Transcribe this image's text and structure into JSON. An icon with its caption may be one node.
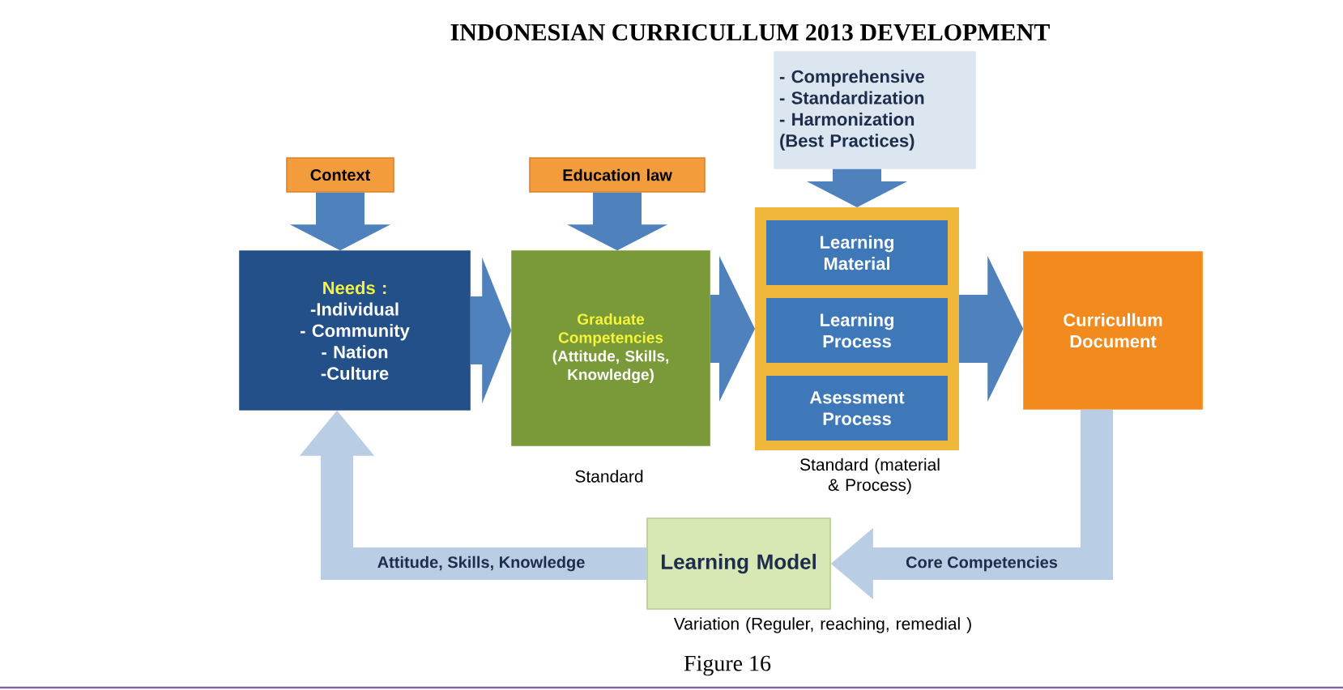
{
  "diagram": {
    "title": "INDONESIAN CURRICULLUM 2013 DEVELOPMENT",
    "caption": "Figure 16",
    "nodes": [
      {
        "text": [
          "Context"
        ]
      },
      {
        "text": [
          "Education law"
        ]
      },
      {
        "text": [
          "- Comprehensive",
          "- Standardization",
          "- Harmonization",
          "(Best Practices)"
        ]
      },
      {
        "text": [
          "Needs :",
          "-Individual",
          "- Community",
          "- Nation",
          "-Culture"
        ]
      },
      {
        "text": [
          "Graduate Competencies",
          "(Attitude, Skills, Knowledge)"
        ],
        "beside": [
          "Standard"
        ]
      },
      {
        "text": [],
        "shape": "box",
        "beside": [
          "Standard (material & Process)"
        ]
      },
      {
        "text": [
          "Learning Material"
        ],
        "in": 5
      },
      {
        "text": [
          "Learning Process"
        ],
        "in": 5
      },
      {
        "text": [
          "Asessment Process"
        ],
        "in": 5
      },
      {
        "text": [
          "Curricullum Document"
        ]
      },
      {
        "text": [
          "Learning Model"
        ],
        "beside": [
          "Variation (Reguler, reaching, remedial )"
        ]
      }
    ],
    "edges": [
      {
        "from": 0,
        "to": 3,
        "arrow": "to"
      },
      {
        "from": 1,
        "to": 4,
        "arrow": "to"
      },
      {
        "from": 2,
        "to": 5,
        "arrow": "to"
      },
      {
        "from": 3,
        "to": 4,
        "arrow": "to"
      },
      {
        "from": 4,
        "to": 5,
        "arrow": "to"
      },
      {
        "from": 5,
        "to": 9,
        "arrow": "to"
      },
      {
        "from": 9,
        "to": 10,
        "arrow": "to",
        "label": "Core Competencies",
        "color": "#b9cde5"
      },
      {
        "from": 10,
        "to": 3,
        "arrow": "to",
        "label": "Attitude, Skills, Knowledge",
        "color": "#b9cde5"
      }
    ]
  }
}
